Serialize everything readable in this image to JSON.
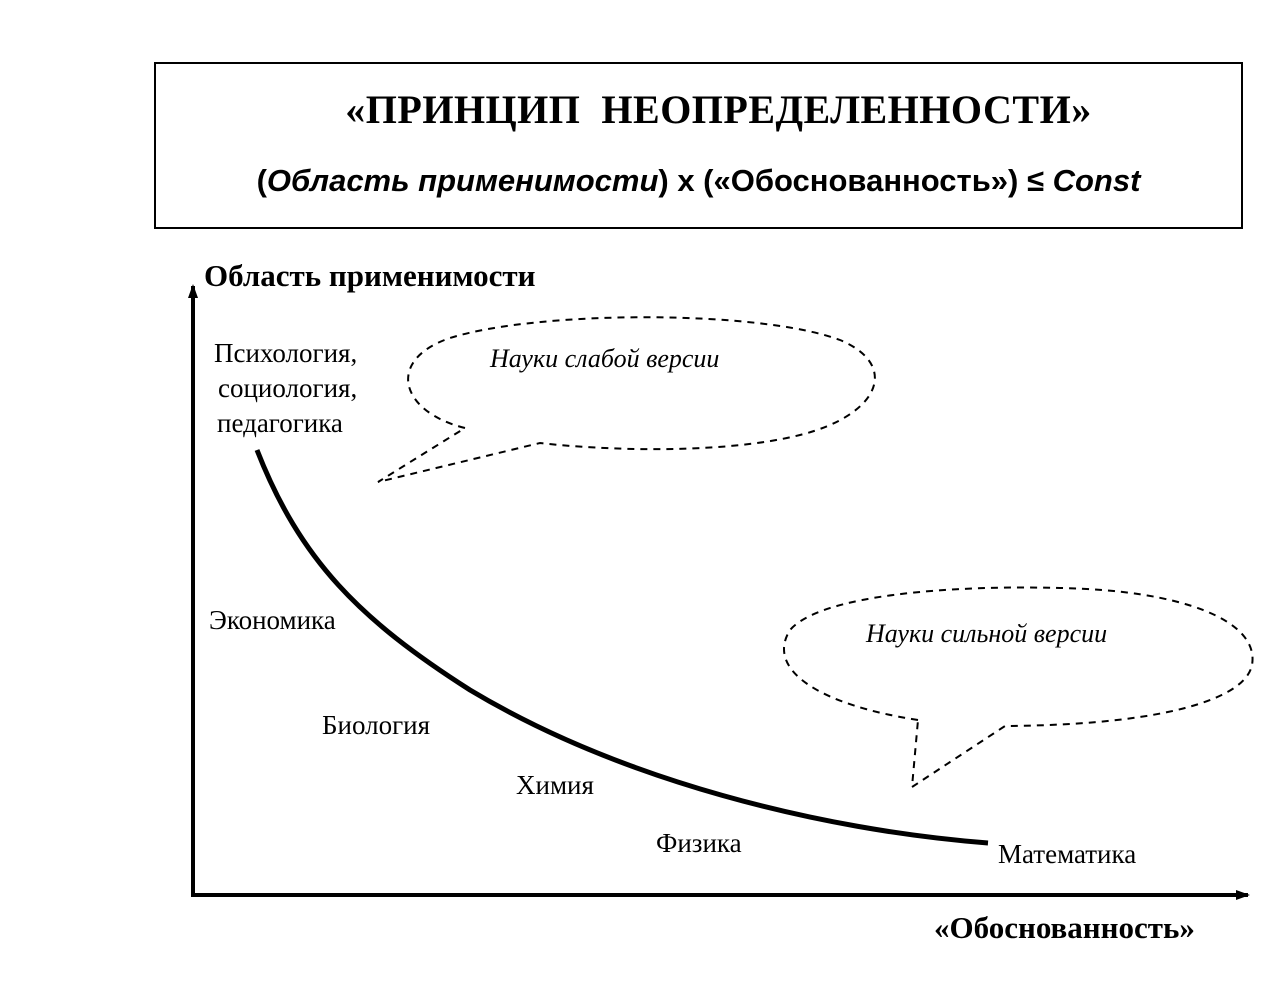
{
  "header": {
    "title": "«ПРИНЦИП  НЕОПРЕДЕЛЕННОСТИ»",
    "formula": {
      "open_paren": "(",
      "term1": "Область применимости",
      "middle": ") х («Обоснованность») ",
      "leq": "≤",
      "const": " Const"
    }
  },
  "axes": {
    "y_label": "Область применимости",
    "x_label": "«Обоснованность»"
  },
  "sciences": {
    "psych_line1": "Психология,",
    "psych_line2": "социология,",
    "psych_line3": "педагогика",
    "economics": "Экономика",
    "biology": "Биология",
    "chemistry": "Химия",
    "physics": "Физика",
    "mathematics": "Математика"
  },
  "bubbles": {
    "weak": "Науки слабой версии",
    "strong": "Науки сильной версии"
  }
}
